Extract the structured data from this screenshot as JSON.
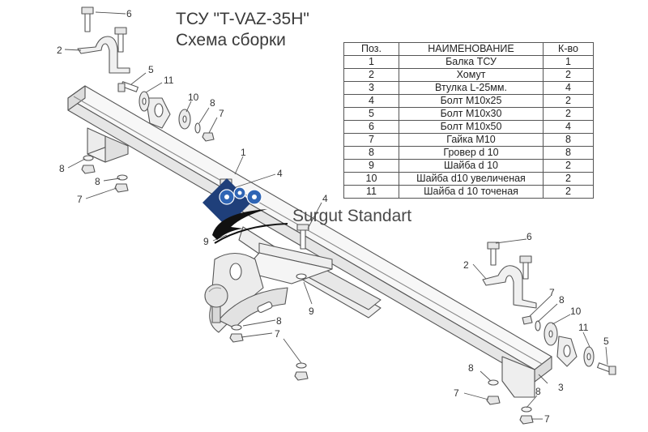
{
  "title": "ТСУ \"T-VAZ-35H\"",
  "subtitle": "Схема сборки",
  "parts_table": {
    "headers": [
      "Поз.",
      "НАИМЕНОВАНИЕ",
      "К-во"
    ],
    "rows": [
      [
        "1",
        "Балка ТСУ",
        "1"
      ],
      [
        "2",
        "Хомут",
        "2"
      ],
      [
        "3",
        "Втулка L-25мм.",
        "4"
      ],
      [
        "4",
        "Болт М10х25",
        "2"
      ],
      [
        "5",
        "Болт М10х30",
        "2"
      ],
      [
        "6",
        "Болт М10х50",
        "4"
      ],
      [
        "7",
        "Гайка  М10",
        "8"
      ],
      [
        "8",
        "Гровер d 10",
        "8"
      ],
      [
        "9",
        "Шайба d 10",
        "2"
      ],
      [
        "10",
        "Шайба d10 увеличеная",
        "2"
      ],
      [
        "11",
        "Шайба d 10 точеная",
        "2"
      ]
    ]
  },
  "watermark": {
    "brand": "Surgut Standart",
    "colors": {
      "shield": "#1f3f7a",
      "gear": "#2f65b5",
      "arrow": "#111111"
    }
  },
  "callouts": {
    "c6a": "6",
    "c2a": "2",
    "c5a": "5",
    "c11a": "11",
    "c10a": "10",
    "c8a": "8",
    "c7a": "7",
    "c1": "1",
    "c4a": "4",
    "c8b": "8",
    "c8c": "8",
    "c7b": "7",
    "c4b": "4",
    "c9a": "9",
    "c9b": "9",
    "c8d": "8",
    "c7c": "7",
    "c6b": "6",
    "c2b": "2",
    "c7d": "7",
    "c8e": "8",
    "c10b": "10",
    "c11b": "11",
    "c5b": "5",
    "c3": "3",
    "c8f": "8",
    "c7e": "7",
    "c8g": "8",
    "c7f": "7"
  },
  "colors": {
    "line": "#555555",
    "fill": "#f4f4f4",
    "fill_dark": "#e3e3e3",
    "text": "#333333"
  }
}
